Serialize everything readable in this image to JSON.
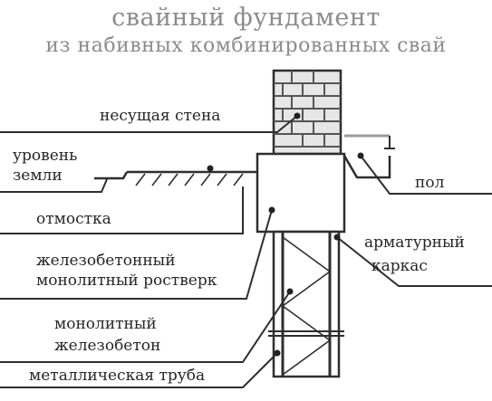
{
  "title": "свайный фундамент",
  "subtitle": "из набивных комбинированных свай",
  "labels": {
    "wall": "несущая стена",
    "ground_1": "уровень",
    "ground_2": "земли",
    "blind_area": "отмостка",
    "grillage_1": "железобетонный",
    "grillage_2": "монолитный ростверк",
    "concrete_1": "монолитный",
    "concrete_2": "железобетон",
    "pipe": "металлическая труба",
    "floor": "пол",
    "cage_1": "арматурный",
    "cage_2": "каркас"
  }
}
